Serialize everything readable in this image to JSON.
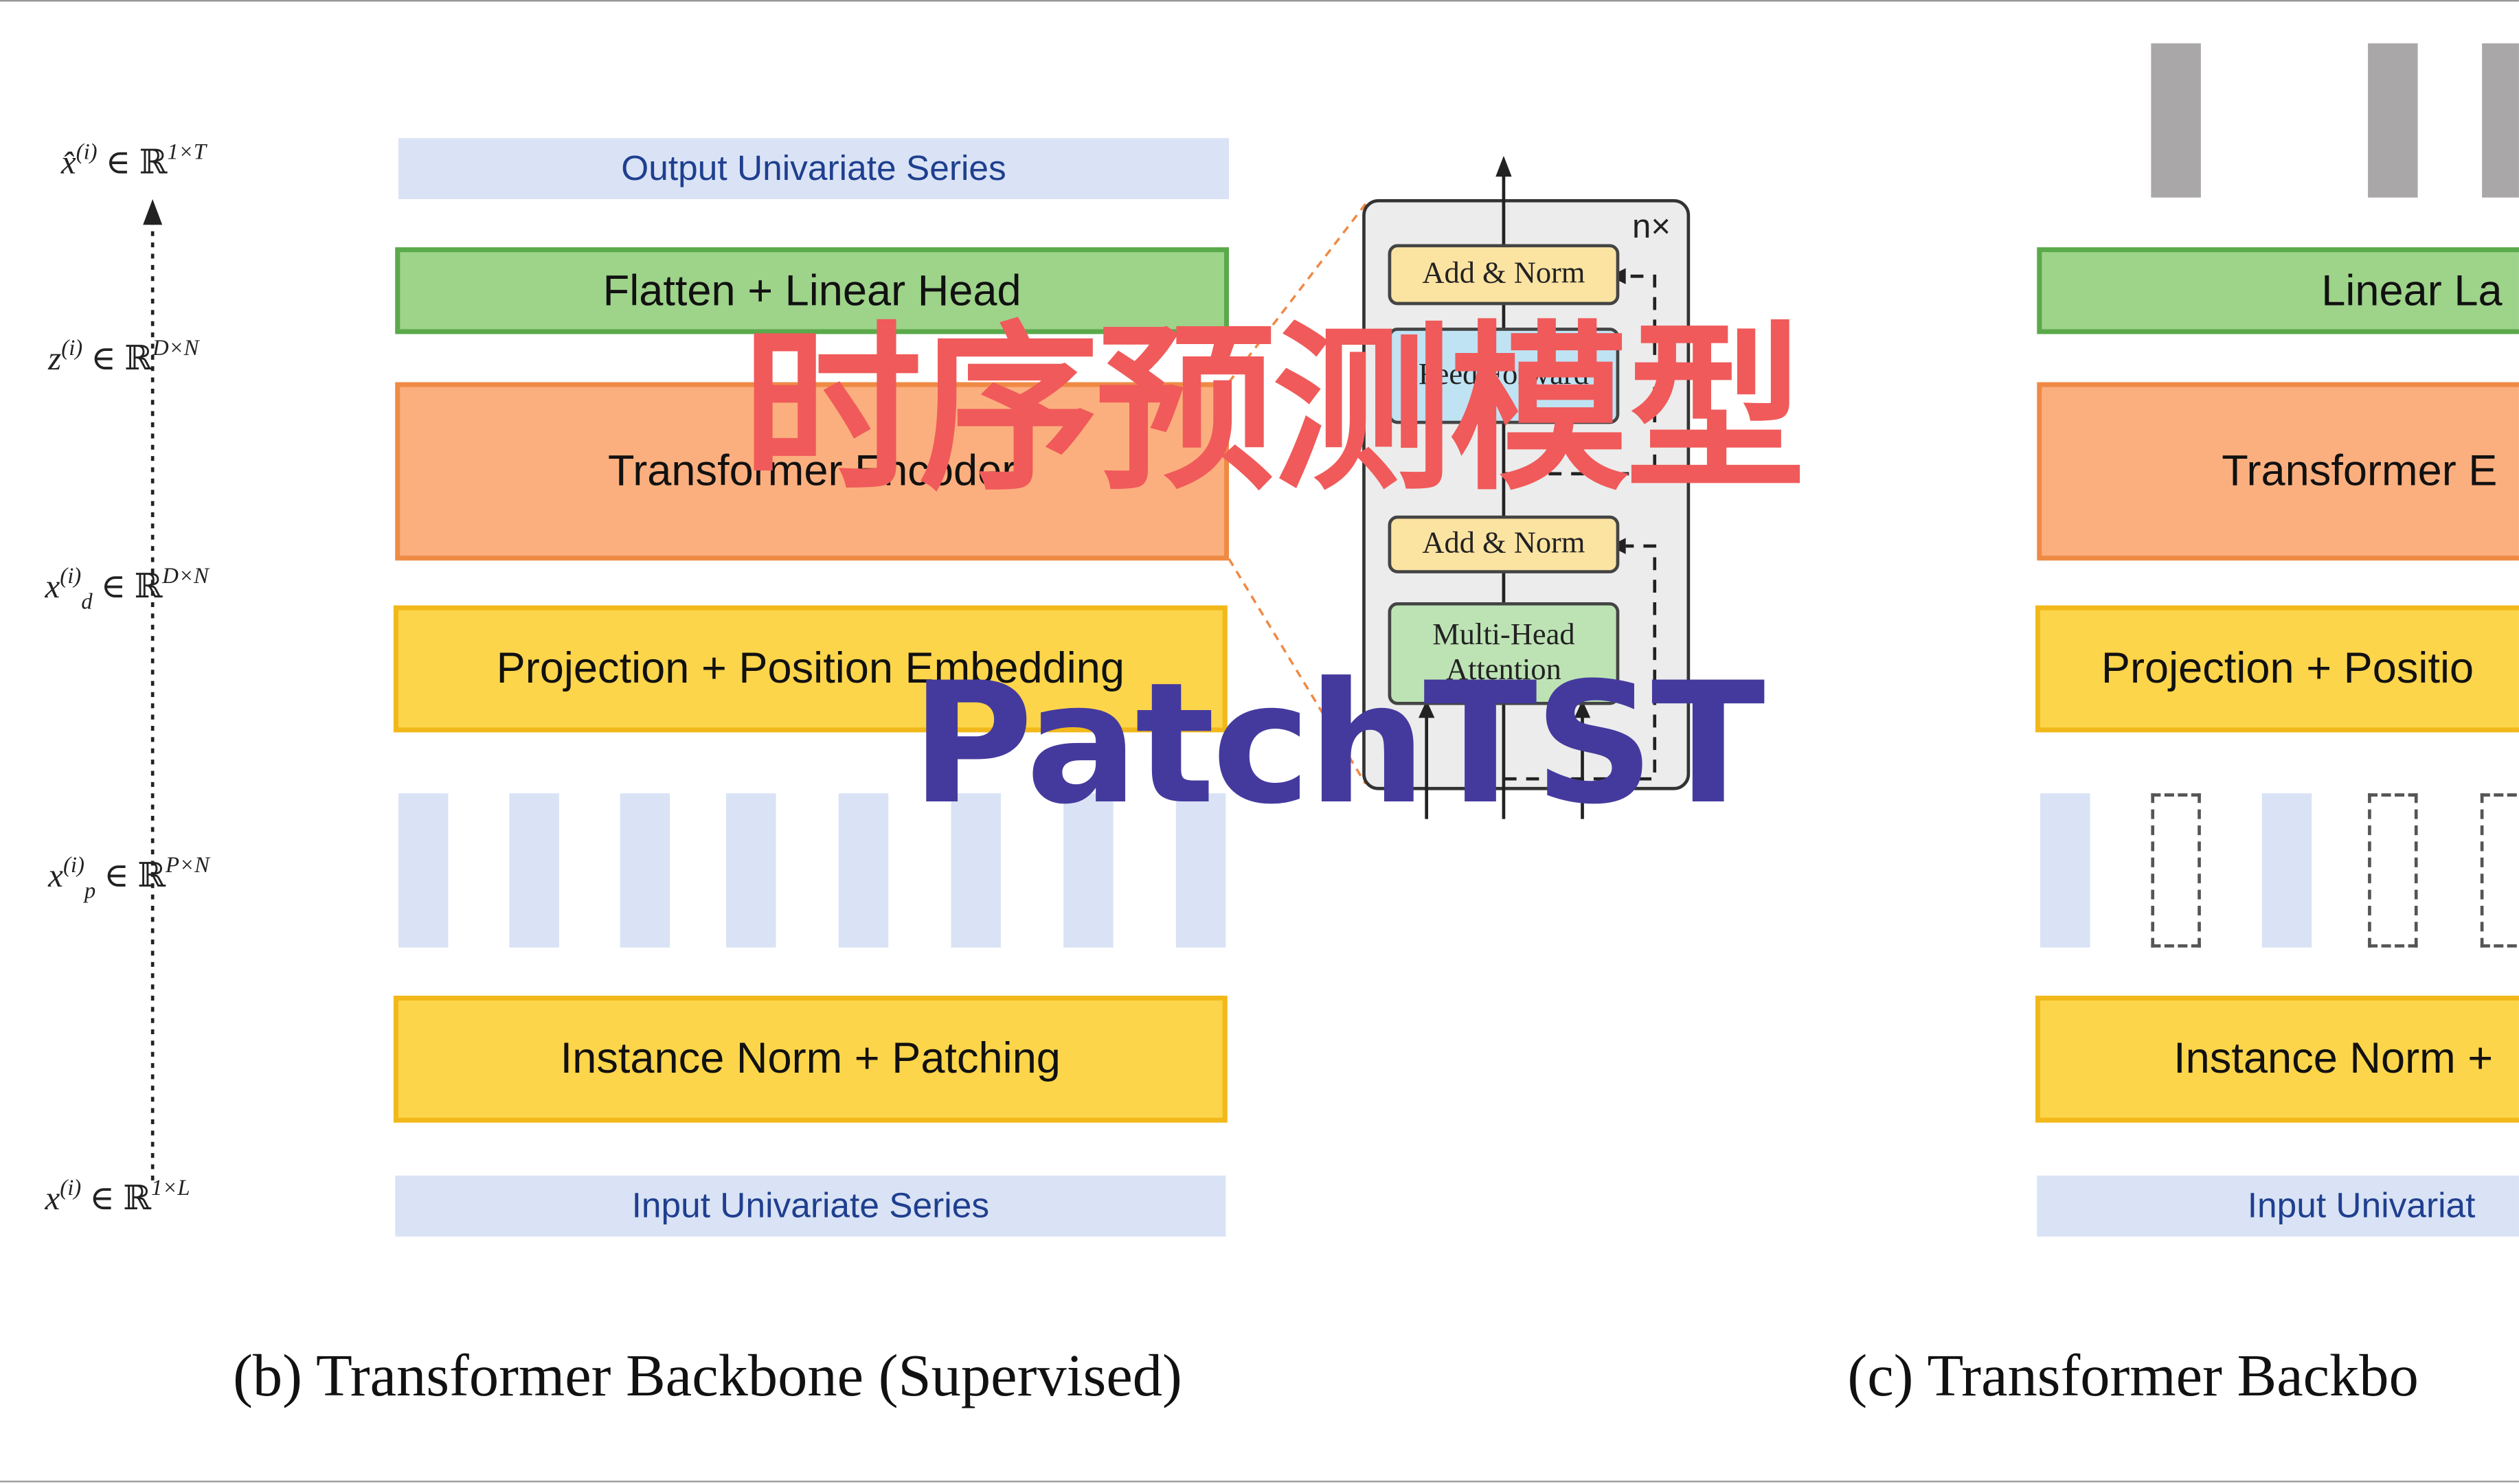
{
  "left_labels": {
    "output": {
      "var": "x̂",
      "sup": "(i)",
      "space": "∈ ℝ",
      "dim": "1×T"
    },
    "z": {
      "var": "z",
      "sup": "(i)",
      "space": "∈ ℝ",
      "dim": "D×N"
    },
    "xd": {
      "var": "x",
      "sup": "(i)",
      "sub": "d",
      "space": "∈ ℝ",
      "dim": "D×N"
    },
    "xp": {
      "var": "x",
      "sup": "(i)",
      "sub": "p",
      "space": "∈ ℝ",
      "dim": "P×N"
    },
    "input": {
      "var": "x",
      "sup": "(i)",
      "space": "∈ ℝ",
      "dim": "1×L"
    }
  },
  "panel_b": {
    "output_series": "Output Univariate Series",
    "head": "Flatten + Linear Head",
    "encoder": "Transformer Encoder",
    "embedding": "Projection + Position Embedding",
    "norm_patching": "Instance Norm + Patching",
    "input_series": "Input Univariate Series",
    "caption": "(b) Transformer Backbone (Supervised)"
  },
  "encoder_detail": {
    "repeat": "n×",
    "add_norm_top": "Add & Norm",
    "feed_forward": "Feed Forward",
    "add_norm_bottom": "Add & Norm",
    "multi_head": "Multi-Head Attention"
  },
  "panel_c": {
    "head": "Linear La",
    "encoder": "Transformer E",
    "embedding": "Projection + Positio",
    "norm_patching": "Instance Norm +",
    "input_series": "Input Univariat",
    "caption": "(c) Transformer Backbo"
  },
  "overlay": {
    "title_cn": "时序预测模型",
    "title_en": "PatchTST"
  },
  "colors": {
    "io": "#d9e3f5",
    "head": "#9ed38a",
    "encoder": "#fcaf7e",
    "yellow": "#fdd54a",
    "overlay_cn": "#f05a5a",
    "overlay_en": "#443a9e"
  }
}
